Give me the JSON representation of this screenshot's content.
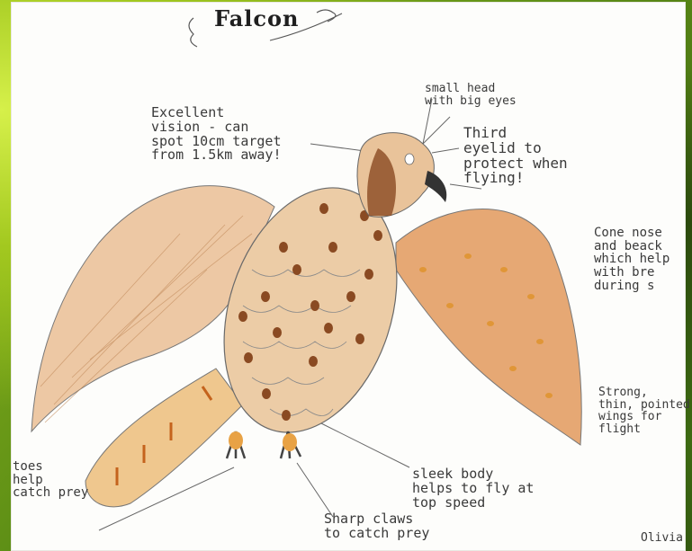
{
  "drawing": {
    "title": "Falcon",
    "labels": {
      "vision": "Excellent\nvision - can\nspot 10cm target\nfrom 1.5km away!",
      "head": "small head\nwith big eyes",
      "eyelid": "Third\neyelid to\nprotect when\nflying!",
      "nose": "Cone nose\nand beack\nwhich help\nwith bre\nduring s",
      "wings": "Strong,\nthin, pointed\nwings for\nflight",
      "body": "sleek body\nhelps to fly at\ntop speed",
      "claws": "Sharp claws\nto catch prey",
      "toes": "toes\nhelp\ncatch prey",
      "signature": "Olivia"
    }
  },
  "colors": {
    "paper": "#fdfdfb",
    "body": "#e9c9a0",
    "wing": "#e0a872",
    "spots": "#8a4a22",
    "outline": "#5a5a5a",
    "background_leaf": "#7fae18"
  }
}
